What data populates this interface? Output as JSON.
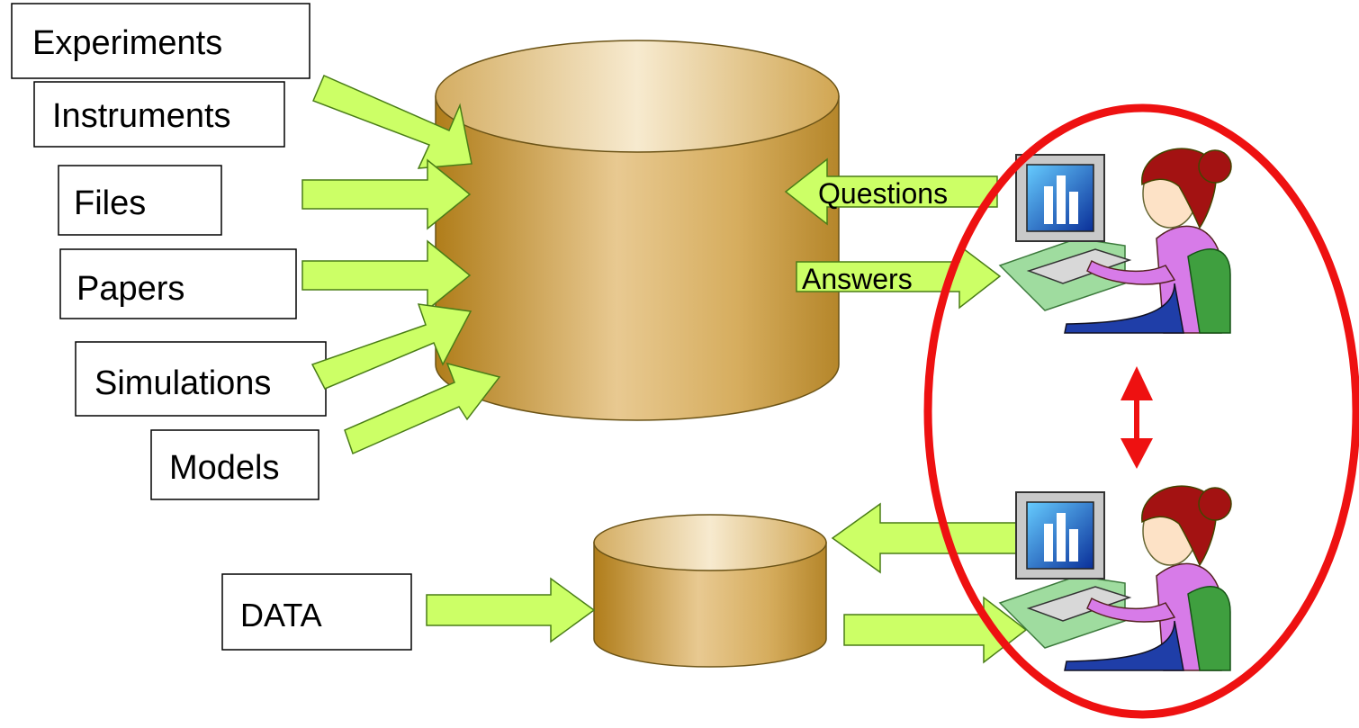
{
  "sources": {
    "experiments": "Experiments",
    "instruments": "Instruments",
    "files": "Files",
    "papers": "Papers",
    "simulations": "Simulations",
    "models": "Models",
    "data": "DATA"
  },
  "flows": {
    "questions": "Questions",
    "answers": "Answers"
  },
  "colors": {
    "arrow_fill": "#ccff66",
    "arrow_stroke": "#4a7d17",
    "cylinder_dark": "#b07d1a",
    "cylinder_light": "#f5e6c6",
    "highlight_ellipse": "#ee1111",
    "double_arrow": "#ee1111",
    "person_shirt": "#cc77ee",
    "person_hair": "#991111",
    "chair": "#55aa55",
    "monitor_screen": "#1133aa"
  },
  "icons": {
    "user_top": "person-at-computer-icon",
    "user_bottom": "person-at-computer-icon"
  }
}
